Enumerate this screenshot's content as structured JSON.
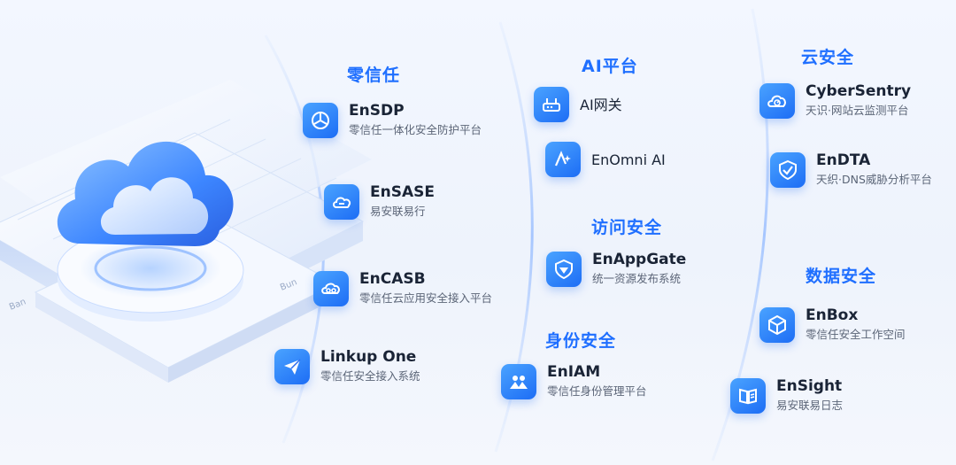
{
  "sections": {
    "zero_trust": "零信任",
    "ai_platform": "AI平台",
    "access_security": "访问安全",
    "identity_security": "身份安全",
    "cloud_security": "云安全",
    "data_security": "数据安全"
  },
  "products": {
    "ensdp": {
      "name": "EnSDP",
      "desc": "零信任一体化安全防护平台",
      "icon": "shield-aperture-icon"
    },
    "ensase": {
      "name": "EnSASE",
      "desc": "易安联易行",
      "icon": "cloud-link-icon"
    },
    "encasb": {
      "name": "EnCASB",
      "desc": "零信任云应用安全接入平台",
      "icon": "cloud-loop-icon"
    },
    "linkup": {
      "name": "Linkup One",
      "desc": "零信任安全接入系统",
      "icon": "paper-plane-icon"
    },
    "ai_gateway": {
      "name": "AI网关",
      "icon": "router-icon"
    },
    "enomni": {
      "name": "EnOmni AI",
      "icon": "ai-spark-icon"
    },
    "enappgate": {
      "name": "EnAppGate",
      "desc": "统一资源发布系统",
      "icon": "gate-shield-icon"
    },
    "eniam": {
      "name": "EnIAM",
      "desc": "零信任身份管理平台",
      "icon": "users-icon"
    },
    "cybersentry": {
      "name": "CyberSentry",
      "desc": "天识·网站云监测平台",
      "icon": "cloud-gauge-icon"
    },
    "endta": {
      "name": "EnDTA",
      "desc": "天织·DNS威胁分析平台",
      "icon": "shield-check-icon"
    },
    "enbox": {
      "name": "EnBox",
      "desc": "零信任安全工作空间",
      "icon": "box-icon"
    },
    "ensight": {
      "name": "EnSight",
      "desc": "易安联易日志",
      "icon": "log-book-icon"
    }
  },
  "illustration": {
    "chip_label_left": "Ban",
    "chip_label_right": "Bun"
  },
  "colors": {
    "accent": "#1f6fff",
    "icon_from": "#4aa3ff",
    "icon_to": "#1d6df5"
  }
}
